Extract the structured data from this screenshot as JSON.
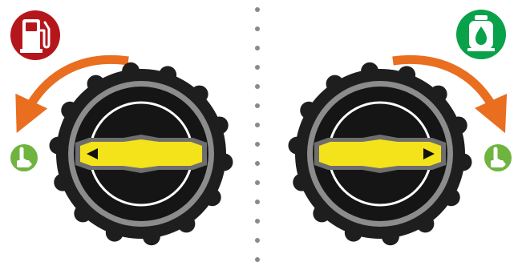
{
  "diagram": {
    "left_panel": {
      "fuel_icon": "gas-pump-icon",
      "fuel_badge_color": "#b5161c",
      "knob_pointer_direction": "left",
      "rotation_arrow_direction": "counterclockwise",
      "valve_icon": "lever-valve-icon"
    },
    "right_panel": {
      "fuel_icon": "propane-tank-icon",
      "fuel_badge_color": "#0aa14b",
      "knob_pointer_direction": "right",
      "rotation_arrow_direction": "clockwise",
      "valve_icon": "lever-valve-icon"
    },
    "colors": {
      "arrow": "#e96e1f",
      "valve": "#6fb43f",
      "knob_rim": "#1e1e1e",
      "knob_ring": "#8c8c8c",
      "handle": "#f4e21b",
      "handle_outline": "#6e6e6e",
      "divider": "#8a8a8a"
    }
  }
}
